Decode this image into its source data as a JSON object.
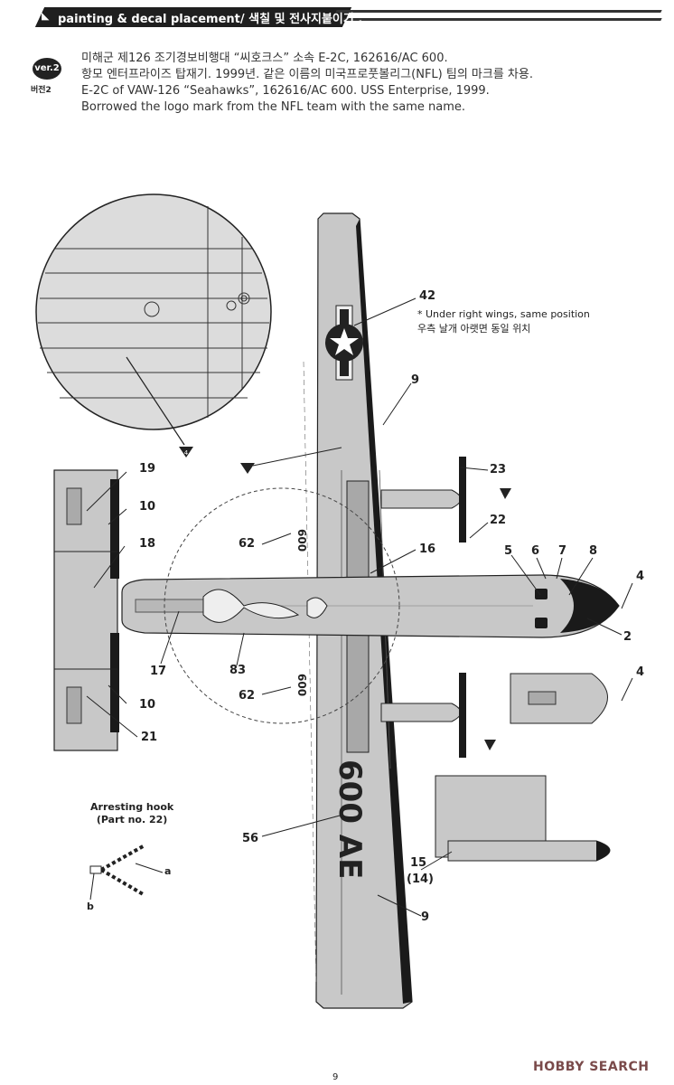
{
  "header": {
    "title": "painting & decal placement/ 색칠 및 전사지붙이기 ."
  },
  "version": {
    "badge": "ver.2",
    "sub": "버전2"
  },
  "info": {
    "line1": "미해군 제126 조기경보비행대 “씨호크스” 소속 E-2C, 162616/AC  600.",
    "line2": "항모 엔터프라이즈 탑재기. 1999년. 같은 이름의 미국프로풋볼리그(NFL) 팀의 마크를 차용.",
    "line3": "E-2C of  VAW-126 “Seahawks”, 162616/AC 600. USS Enterprise, 1999.",
    "line4": "Borrowed the logo mark from the NFL team with the same name."
  },
  "note": {
    "line1": "* Under right wings, same position",
    "line2": "우측 날개 아랫면 동일 위치"
  },
  "callouts": {
    "c42": "42",
    "c9a": "9",
    "c9b": "9",
    "c23": "23",
    "c22": "22",
    "c19": "19",
    "c10a": "10",
    "c10b": "10",
    "c18": "18",
    "c21": "21",
    "c62a": "62",
    "c62b": "62",
    "c16": "16",
    "c17": "17",
    "c83": "83",
    "c5": "5",
    "c6": "6",
    "c7": "7",
    "c8": "8",
    "c4a": "4",
    "c4b": "4",
    "c2": "2",
    "c56": "56",
    "c15": "15",
    "c14": "(14)"
  },
  "tail_codes": {
    "upper": "600",
    "lower": "600",
    "big": "600 AE"
  },
  "paint_marker": "4",
  "hook": {
    "title1": "Arresting hook",
    "title2": "(Part no. 22)",
    "a": "a",
    "b": "b"
  },
  "page_number": "9",
  "brand": "HOBBY SEARCH",
  "colors": {
    "fuselage": "#c8c8c8",
    "dark": "#1a1a1a",
    "radome": "#dcdcdc"
  }
}
